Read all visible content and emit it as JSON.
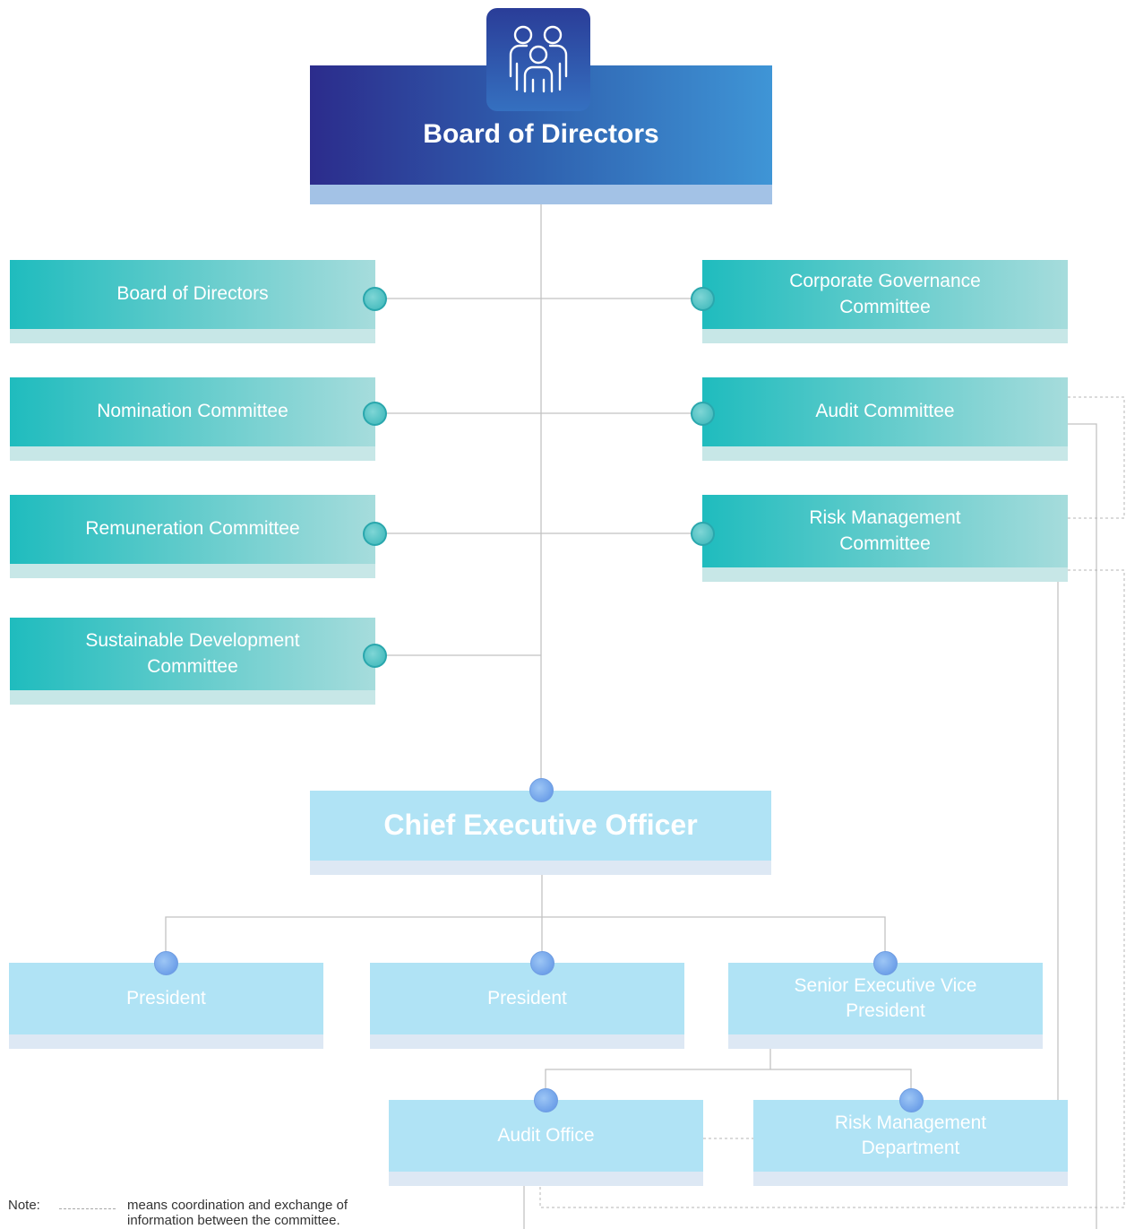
{
  "header": {
    "title": "Board of Directors",
    "icon": "people-group-icon"
  },
  "committees_left": [
    {
      "label": "Board of Directors"
    },
    {
      "label": "Nomination Committee"
    },
    {
      "label": "Remuneration Committee"
    },
    {
      "label": "Sustainable Development Committee"
    }
  ],
  "committees_right": [
    {
      "label": "Corporate Governance Committee"
    },
    {
      "label": "Audit Committee"
    },
    {
      "label": "Risk Management Committee"
    }
  ],
  "ceo": {
    "label": "Chief Executive Officer"
  },
  "executives": [
    {
      "label": "President"
    },
    {
      "label": "President"
    },
    {
      "label": "Senior Executive Vice President"
    }
  ],
  "departments": [
    {
      "label": "Audit Office"
    },
    {
      "label": "Risk Management Department"
    }
  ],
  "note": {
    "label": "Note:",
    "text": "means coordination and exchange of information between the committee."
  },
  "colors": {
    "header_start": "#2c2c8c",
    "header_end": "#3f95d6",
    "committee_start": "#1fbcbe",
    "committee_end": "#a6dcdc",
    "light_box": "#b0e3f5",
    "connector": "#bfbfbf"
  }
}
